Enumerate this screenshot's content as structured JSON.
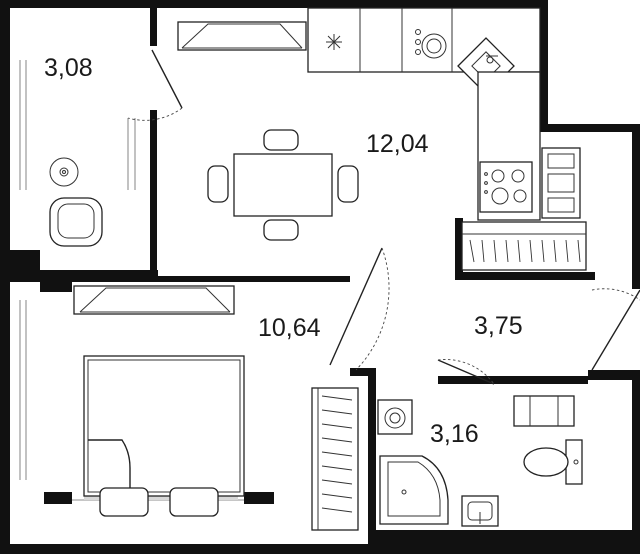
{
  "rooms": [
    {
      "id": "balcony",
      "area": "3,08"
    },
    {
      "id": "kitchen",
      "area": "12,04"
    },
    {
      "id": "bedroom",
      "area": "10,64"
    },
    {
      "id": "hallway",
      "area": "3,75"
    },
    {
      "id": "bathroom",
      "area": "3,16"
    }
  ],
  "colors": {
    "wall": "#111111",
    "bed_shade": "#d8d8d8",
    "background": "#ffffff"
  }
}
